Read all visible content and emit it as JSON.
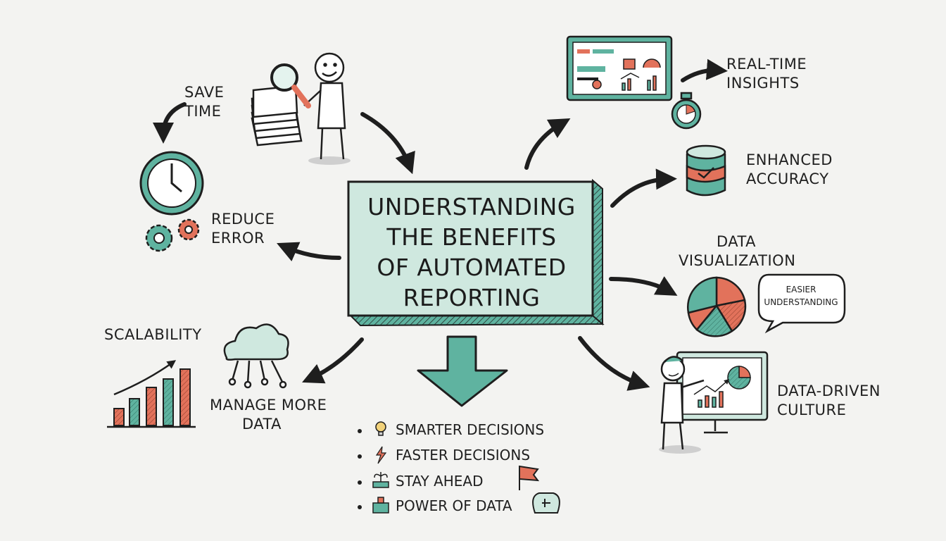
{
  "title_lines": [
    "UNDERSTANDING",
    "THE BENEFITS",
    "OF AUTOMATED",
    "REPORTING"
  ],
  "labels": {
    "save_time": [
      "SAVE",
      "TIME"
    ],
    "reduce_error": [
      "REDUCE",
      "ERROR"
    ],
    "scalability": "SCALABILITY",
    "manage_more_data": [
      "MANAGE MORE",
      "DATA"
    ],
    "real_time_insights": [
      "REAL-TIME",
      "INSIGHTS"
    ],
    "enhanced_accuracy": [
      "ENHANCED",
      "ACCURACY"
    ],
    "data_visualization": [
      "DATA",
      "VISUALIZATION"
    ],
    "easier_understanding": [
      "EASIER",
      "UNDERSTANDING"
    ],
    "data_driven_culture": [
      "DATA-DRIVEN",
      "CULTURE"
    ]
  },
  "bullets": [
    "SMARTER DECISIONS",
    "FASTER DECISIONS",
    "STAY AHEAD",
    "POWER OF DATA"
  ],
  "colors": {
    "teal": "#5fb3a0",
    "teal_light": "#cfe8df",
    "teal_pale": "#e4f3ee",
    "coral": "#e2725b",
    "ink": "#1e1e1e",
    "background": "#f3f3f1"
  }
}
